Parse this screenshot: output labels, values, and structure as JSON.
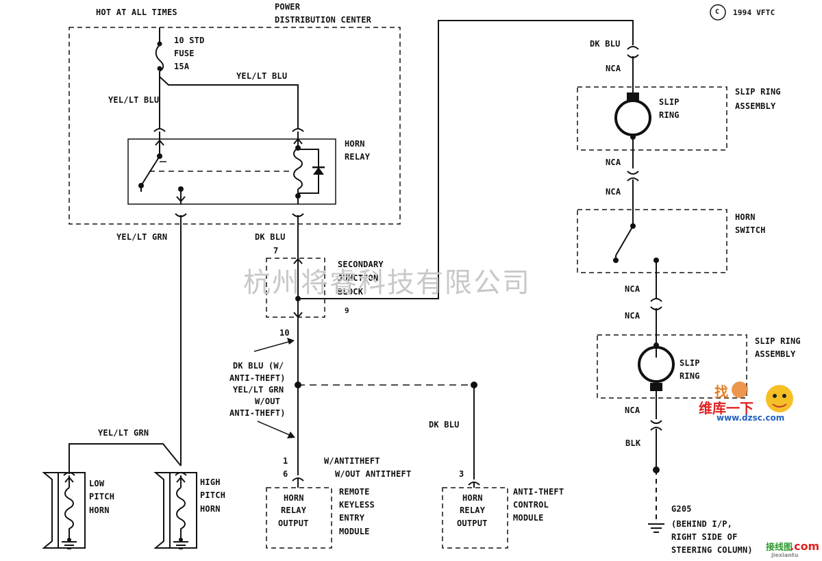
{
  "header": {
    "hot_at_all_times": "HOT AT ALL TIMES",
    "pdc_line1": "POWER",
    "pdc_line2": "DISTRIBUTION CENTER",
    "copyright_symbol": "C",
    "copyright_year": "1994 VFTC"
  },
  "fuse": {
    "line1": "10 STD",
    "line2": "FUSE",
    "line3": "15A"
  },
  "wires": {
    "yel_lt_blu": "YEL/LT BLU",
    "yel_lt_grn": "YEL/LT GRN",
    "dk_blu": "DK BLU",
    "blk": "BLK",
    "nca": "NCA",
    "alt_line1": "DK BLU (W/",
    "alt_line2": "ANTI-THEFT)",
    "alt_line3": "YEL/LT GRN",
    "alt_line4": "W/OUT",
    "alt_line5": "ANTI-THEFT)"
  },
  "horn_relay": {
    "line1": "HORN",
    "line2": "RELAY"
  },
  "sjb": {
    "line1": "SECONDARY",
    "line2": "JUNCTION",
    "line3": "BLOCK",
    "pin_top": "7",
    "pin_right": "9",
    "pin_out": "10"
  },
  "slip_ring_assembly": {
    "line1": "SLIP RING",
    "line2": "ASSEMBLY",
    "inner1": "SLIP",
    "inner2": "RING"
  },
  "horn_switch": {
    "line1": "HORN",
    "line2": "SWITCH"
  },
  "low_horn": {
    "line1": "LOW",
    "line2": "PITCH",
    "line3": "HORN"
  },
  "high_horn": {
    "line1": "HIGH",
    "line2": "PITCH",
    "line3": "HORN"
  },
  "rke": {
    "pin1": "1",
    "pin6": "6",
    "pin1_note": "W/ANTITHEFT",
    "pin6_note": "W/OUT ANTITHEFT",
    "box1": "HORN",
    "box2": "RELAY",
    "box3": "OUTPUT",
    "name1": "REMOTE",
    "name2": "KEYLESS",
    "name3": "ENTRY",
    "name4": "MODULE"
  },
  "atcm": {
    "pin": "3",
    "box1": "HORN",
    "box2": "RELAY",
    "box3": "OUTPUT",
    "name1": "ANTI-THEFT",
    "name2": "CONTROL",
    "name3": "MODULE"
  },
  "ground": {
    "id": "G205",
    "line1": "(BEHIND I/P,",
    "line2": "RIGHT SIDE OF",
    "line3": "STEERING COLUMN)"
  },
  "watermark": {
    "company": "杭州将睿科技有限公司",
    "logo_cn": "维库一下",
    "logo_url": "www.dzsc.com",
    "logo_top": "找",
    "site_cn": "接线图",
    "site_en": "jiexiantu",
    "site_dotcom": ".com"
  }
}
